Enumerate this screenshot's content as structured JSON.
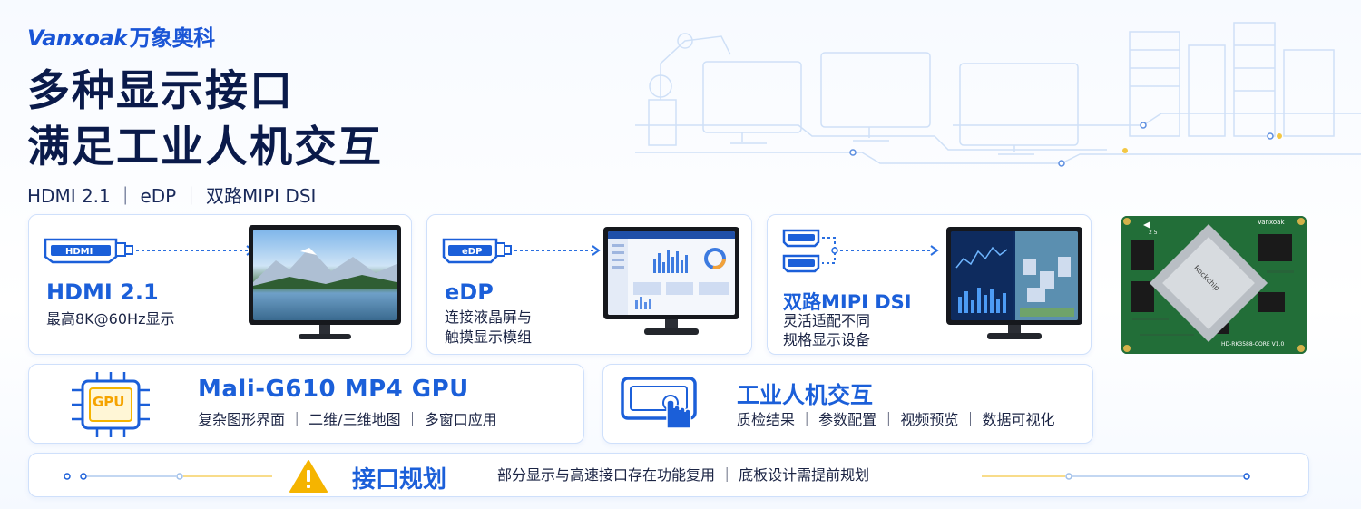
{
  "brand": {
    "latin": "Vanxoak",
    "cn": "万象奥科"
  },
  "headline": {
    "line1": "多种显示接口",
    "line2": "满足工业人机交互"
  },
  "subline": "HDMI 2.1 ｜ eDP ｜ 双路MIPI DSI",
  "hdmi": {
    "port_label": "HDMI",
    "title": "HDMI 2.1",
    "desc": "最高8K@60Hz显示"
  },
  "edp": {
    "port_label": "eDP",
    "title": "eDP",
    "desc1": "连接液晶屏与",
    "desc2": "触摸显示模组"
  },
  "mipi": {
    "title": "双路MIPI DSI",
    "desc1": "灵活适配不同",
    "desc2": "规格显示设备"
  },
  "gpu": {
    "chip_label": "GPU",
    "title": "Mali-G610 MP4 GPU",
    "desc": "复杂图形界面 ｜ 二维/三维地图 ｜ 多窗口应用"
  },
  "hmi": {
    "title": "工业人机交互",
    "desc": "质检结果 ｜ 参数配置 ｜ 视频预览 ｜ 数据可视化"
  },
  "plan": {
    "title": "接口规划",
    "desc": "部分显示与高速接口存在功能复用 ｜ 底板设计需提前规划"
  },
  "board": {
    "brand": "Vanxoak",
    "model": "HD-RK3588-CORE V1.0",
    "chip": "Rockchip"
  },
  "colors": {
    "accent": "#1b5fd9",
    "warning": "#f5b400",
    "dark": "#0a1a4a"
  }
}
